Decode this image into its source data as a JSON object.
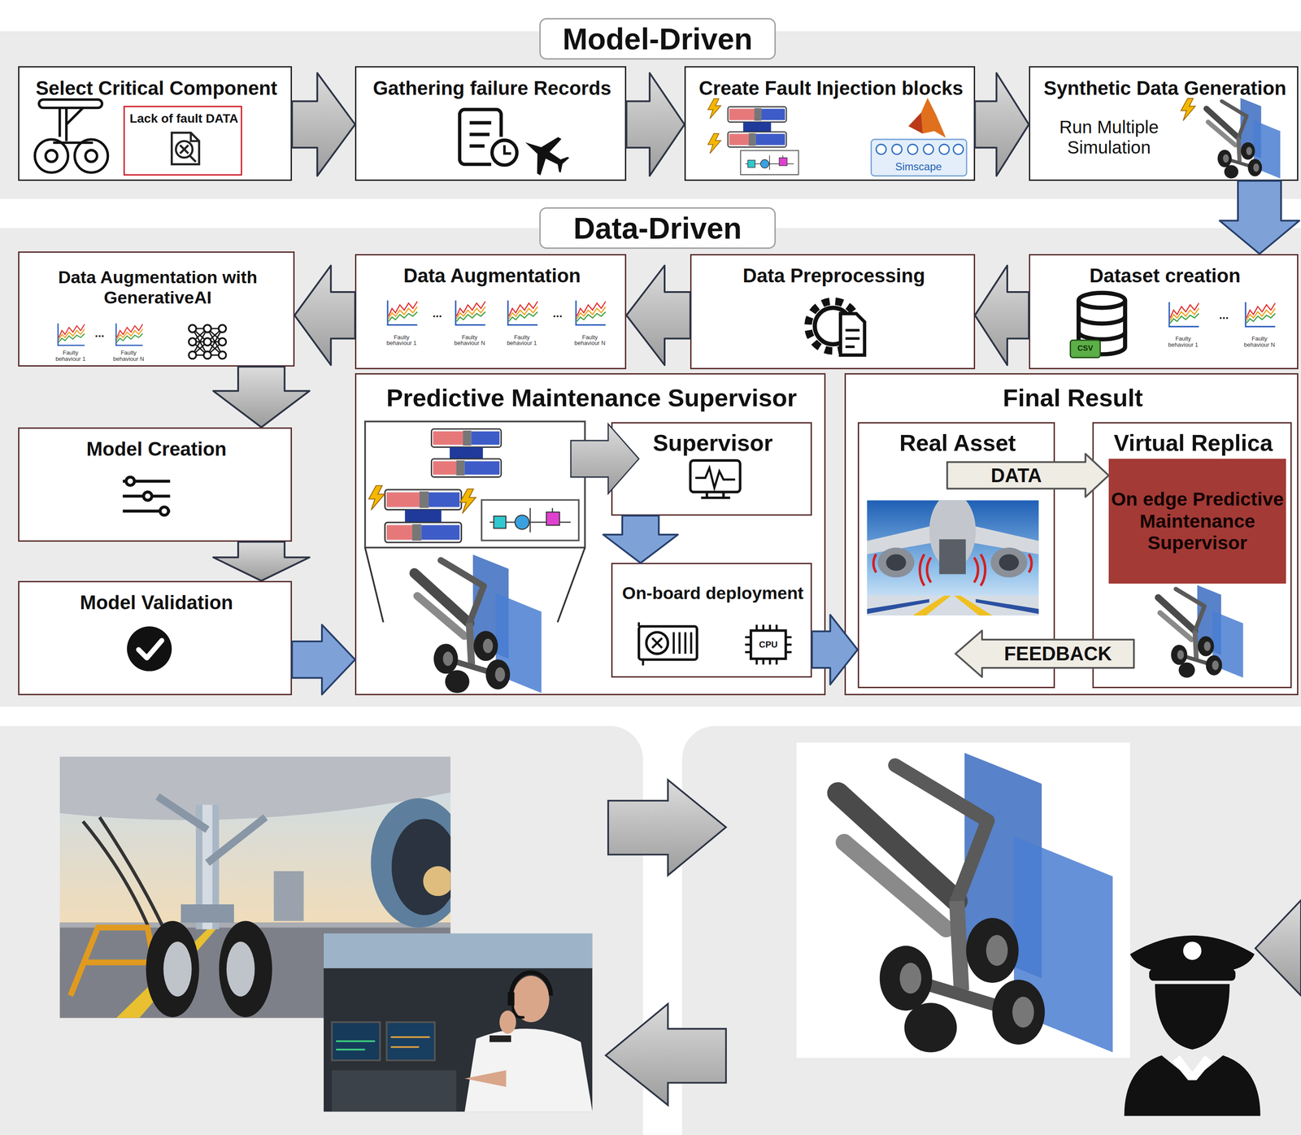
{
  "diagram": {
    "nodes": [
      {
        "text": [
          "Model-Driven"
        ]
      },
      {
        "text": [
          "Select Critical Component"
        ],
        "in": 0
      },
      {
        "text": [
          "Lack of fault DATA"
        ],
        "in": 1
      },
      {
        "text": [
          "Gathering failure Records"
        ],
        "in": 0
      },
      {
        "text": [
          "Create Fault Injection blocks"
        ],
        "in": 0
      },
      {
        "text": [
          "Synthetic Data Generation",
          "Run Multiple Simulation"
        ],
        "in": 0
      },
      {
        "text": [
          "Data-Driven"
        ]
      },
      {
        "text": [
          "Dataset creation"
        ],
        "in": 6
      },
      {
        "text": [
          "Data Preprocessing"
        ],
        "in": 6
      },
      {
        "text": [
          "Data Augmentation"
        ],
        "in": 6
      },
      {
        "text": [
          "Data Augmentation with GenerativeAI"
        ],
        "in": 6
      },
      {
        "text": [
          "Model Creation"
        ],
        "in": 6
      },
      {
        "text": [
          "Model Validation"
        ],
        "in": 6
      },
      {
        "text": [
          "Predictive Maintenance Supervisor"
        ],
        "in": 6
      },
      {
        "text": [
          "Supervisor"
        ],
        "in": 13
      },
      {
        "text": [
          "On-board deployment"
        ],
        "in": 13
      },
      {
        "text": [
          "Final Result"
        ],
        "in": 6
      },
      {
        "text": [
          "Real Asset"
        ],
        "in": 16
      },
      {
        "text": [
          "Virtual Replica"
        ],
        "in": 16
      },
      {
        "text": [
          "On edge Predictive Maintenance Supervisor"
        ],
        "in": 18
      }
    ],
    "edges": [
      {
        "from": 1,
        "to": 3,
        "arrow": "to"
      },
      {
        "from": 3,
        "to": 4,
        "arrow": "to"
      },
      {
        "from": 4,
        "to": 5,
        "arrow": "to"
      },
      {
        "from": 5,
        "to": 7,
        "arrow": "to"
      },
      {
        "from": 7,
        "to": 8,
        "arrow": "to"
      },
      {
        "from": 8,
        "to": 9,
        "arrow": "to"
      },
      {
        "from": 9,
        "to": 10,
        "arrow": "to"
      },
      {
        "from": 10,
        "to": 11,
        "arrow": "to"
      },
      {
        "from": 11,
        "to": 12,
        "arrow": "to"
      },
      {
        "from": 12,
        "to": 13,
        "arrow": "to"
      },
      {
        "from": 14,
        "to": 15,
        "arrow": "to"
      },
      {
        "from": 15,
        "to": 17,
        "arrow": "to"
      },
      {
        "from": 17,
        "to": 19,
        "label": "DATA",
        "arrow": "to"
      },
      {
        "from": 18,
        "to": 17,
        "label": "FEEDBACK",
        "arrow": "to"
      }
    ],
    "labels": [
      "Simscape",
      "CSV",
      "...",
      "Faulty behaviour 1",
      "Faulty behaviour N",
      "Faulty behaviour 1",
      "...",
      "Faulty behaviour N",
      "Faulty behaviour 1",
      "...",
      "Faulty behaviour N",
      "Faulty behaviour 1",
      "...",
      "Faulty behaviour N",
      "CPU"
    ]
  }
}
